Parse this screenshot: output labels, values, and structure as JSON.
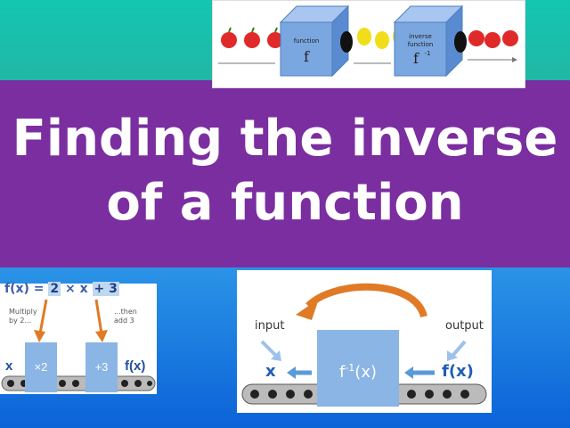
{
  "title": {
    "line1": "Finding the inverse",
    "line2": "of a function"
  },
  "top_diagram": {
    "box1_small": "function",
    "box1_big": "f",
    "box2_small_line1": "inverse",
    "box2_small_line2": "function",
    "box2_big": "f",
    "box2_sup": "-1"
  },
  "left_diagram": {
    "formula_fx": "f(x)",
    "formula_eq": "=",
    "formula_2": "2",
    "formula_times": "×",
    "formula_x": "x",
    "formula_plus3": "+ 3",
    "note_left_line1": "Multiply",
    "note_left_line2": "by 2...",
    "note_right_line1": "...then",
    "note_right_line2": "add 3",
    "box_times2": "×2",
    "box_plus3": "+3",
    "input_label": "x",
    "output_label": "f(x)"
  },
  "right_diagram": {
    "input_word": "input",
    "output_word": "output",
    "x_label": "x",
    "fx_label": "f(x)",
    "box_label_f": "f",
    "box_label_sup": "-1",
    "box_label_arg": "(x)"
  },
  "colors": {
    "top_band": "#14c6b2",
    "title_band": "#7a2ea0",
    "bottom_band": "#1a7fe0",
    "box_blue": "#8ab5e5",
    "arrow_orange": "#e07a25",
    "arrow_blue": "#5a9ad8"
  }
}
